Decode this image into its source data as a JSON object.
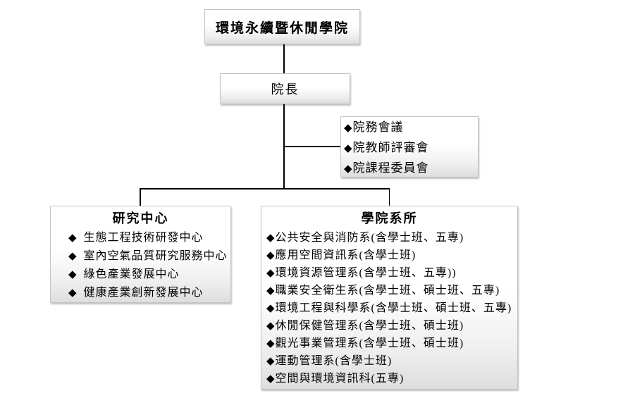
{
  "diagram": {
    "bullet": "◆",
    "title_box": {
      "label": "環境永續暨休閒學院"
    },
    "dean_box": {
      "label": "院長"
    },
    "committee_box": {
      "items": [
        "院務會議",
        "院教師評審會",
        "院課程委員會"
      ]
    },
    "centers_box": {
      "title": "研究中心",
      "items": [
        "生態工程技術研發中心",
        "室內空氣品質研究服務中心",
        "綠色產業發展中心",
        "健康產業創新發展中心"
      ]
    },
    "departments_box": {
      "title": "學院系所",
      "items": [
        "公共安全與消防系(含學士班、五專)",
        "應用空間資訊系(含學士班)",
        "環境資源管理系(含學士班、五專))",
        "職業安全衛生系(含學士班、碩士班、五專)",
        "環境工程與科學系(含學士班、碩士班、五專)",
        "休閒保健管理系(含學士班、碩士班)",
        "觀光事業管理系(含學士班、碩士班)",
        "運動管理系(含學士班)",
        "空間與環境資訊科(五專)"
      ]
    },
    "colors": {
      "line": "#000000",
      "box_border": "#c3c3c3",
      "box_fill_top": "#ffffff",
      "box_fill_bottom": "#dedede",
      "text": "#000000"
    }
  }
}
